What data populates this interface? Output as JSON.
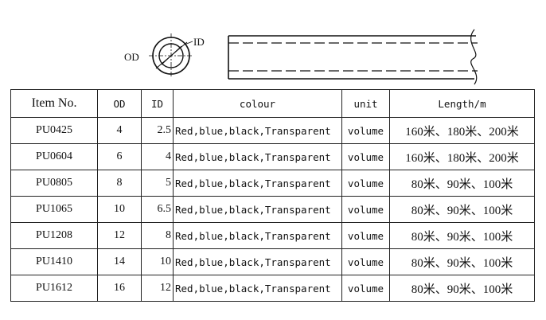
{
  "diagram": {
    "od_label": "OD",
    "id_label": "ID"
  },
  "table": {
    "headers": {
      "item": "Item No.",
      "od": "OD",
      "id": "ID",
      "colour": "colour",
      "unit": "unit",
      "length": "Length/m"
    },
    "rows": [
      {
        "item": "PU0425",
        "od": "4",
        "id": "2.5",
        "colour": "Red,blue,black,Transparent",
        "unit": "volume",
        "length": "160米、180米、200米"
      },
      {
        "item": "PU0604",
        "od": "6",
        "id": "4",
        "colour": "Red,blue,black,Transparent",
        "unit": "volume",
        "length": "160米、180米、200米"
      },
      {
        "item": "PU0805",
        "od": "8",
        "id": "5",
        "colour": "Red,blue,black,Transparent",
        "unit": "volume",
        "length": "80米、90米、100米"
      },
      {
        "item": "PU1065",
        "od": "10",
        "id": "6.5",
        "colour": "Red,blue,black,Transparent",
        "unit": "volume",
        "length": "80米、90米、100米"
      },
      {
        "item": "PU1208",
        "od": "12",
        "id": "8",
        "colour": "Red,blue,black,Transparent",
        "unit": "volume",
        "length": "80米、90米、100米"
      },
      {
        "item": "PU1410",
        "od": "14",
        "id": "10",
        "colour": "Red,blue,black,Transparent",
        "unit": "volume",
        "length": "80米、90米、100米"
      },
      {
        "item": "PU1612",
        "od": "16",
        "id": "12",
        "colour": "Red,blue,black,Transparent",
        "unit": "volume",
        "length": "80米、90米、100米"
      }
    ]
  }
}
